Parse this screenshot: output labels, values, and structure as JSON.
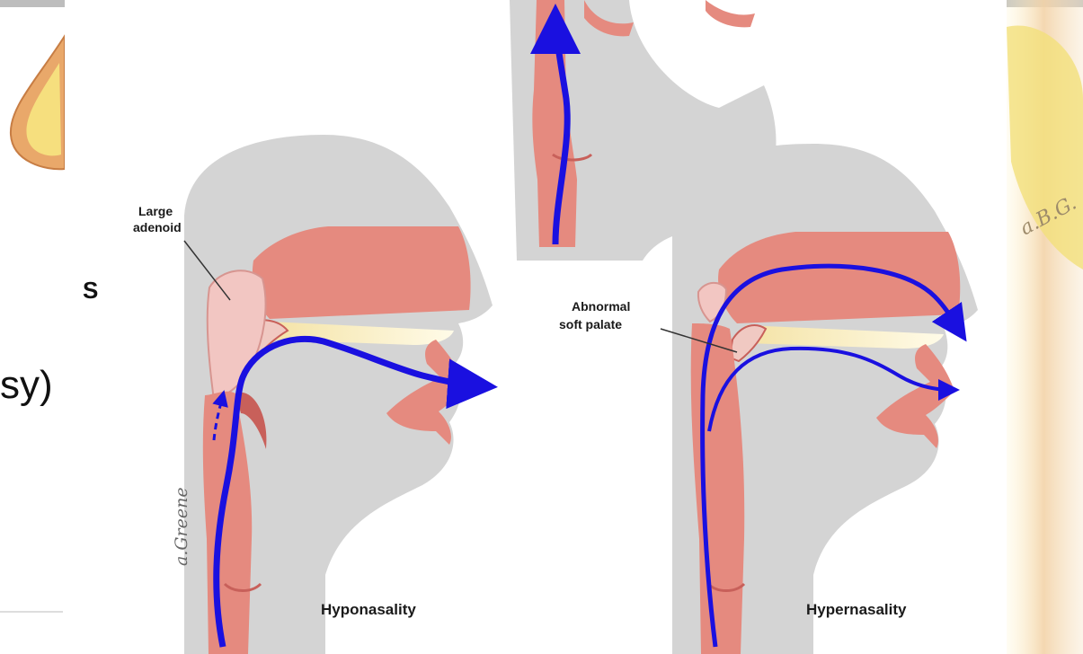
{
  "background_slide": {
    "fragment_bold": "S",
    "fragment_text": "sy)",
    "initials": "a.B.G."
  },
  "left_panel": {
    "label_adenoid_line1": "Large",
    "label_adenoid_line2": "adenoid",
    "caption": "Hyponasality",
    "signature": "a.Greene"
  },
  "right_panel": {
    "label_palate_line1": "Abnormal",
    "label_palate_line2": "soft palate",
    "caption": "Hypernasality"
  },
  "colors": {
    "airflow": "#1a10e0",
    "tissue": "#e58a7f",
    "tissue_dark": "#c8605a",
    "head_gray": "#d4d4d4",
    "adenoid": "#f2c6c2",
    "bone": "#f4e3a6"
  }
}
